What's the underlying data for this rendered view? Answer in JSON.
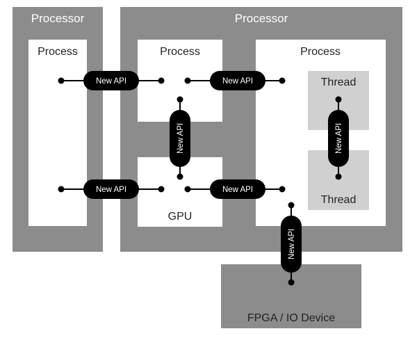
{
  "processors": [
    {
      "label": "Processor"
    },
    {
      "label": "Processor"
    }
  ],
  "processes": [
    {
      "label": "Process"
    },
    {
      "label": "Process"
    },
    {
      "label": "Process"
    }
  ],
  "gpu": {
    "label": "GPU"
  },
  "threads": [
    {
      "label": "Thread"
    },
    {
      "label": "Thread"
    }
  ],
  "device": {
    "label": "FPGA / IO Device"
  },
  "api_connectors": [
    {
      "label": "New API",
      "orientation": "horizontal"
    },
    {
      "label": "New API",
      "orientation": "horizontal"
    },
    {
      "label": "New API",
      "orientation": "horizontal"
    },
    {
      "label": "New API",
      "orientation": "horizontal"
    },
    {
      "label": "New API",
      "orientation": "vertical"
    },
    {
      "label": "New API",
      "orientation": "vertical"
    },
    {
      "label": "New API",
      "orientation": "vertical"
    }
  ],
  "colors": {
    "processor": "#8c8c8c",
    "process": "#ffffff",
    "thread": "#d0d0d0",
    "connector": "#000000"
  }
}
